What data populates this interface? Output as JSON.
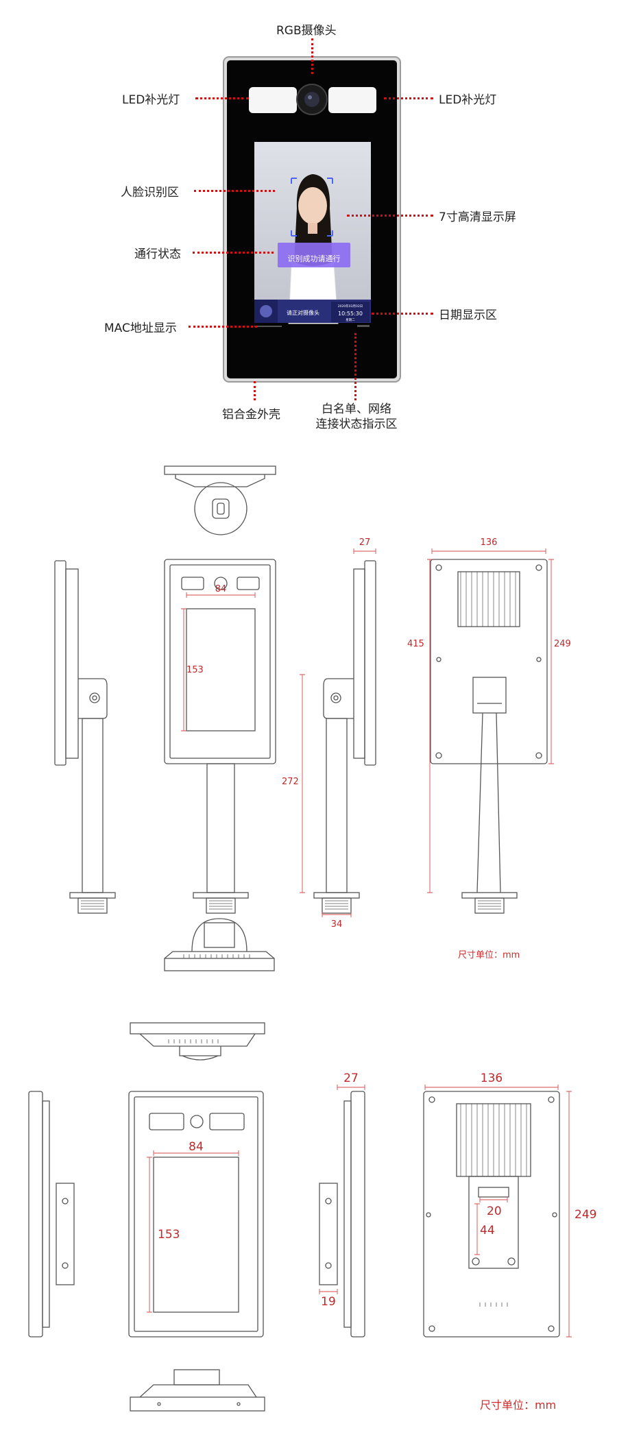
{
  "callouts": {
    "rgb_camera": "RGB摄像头",
    "led_left": "LED补光灯",
    "led_right": "LED补光灯",
    "face_area": "人脸识别区",
    "screen": "7寸高清显示屏",
    "pass_status": "通行状态",
    "mac_display": "MAC地址显示",
    "date_area": "日期显示区",
    "shell": "铝合金外壳",
    "whitelist_line1": "白名单、网络",
    "whitelist_line2": "连接状态指示区"
  },
  "device_screen": {
    "status_text": "识别成功请通行",
    "prompt": "请正对摄像头",
    "time": "10:55:30",
    "date": "2020年03月02日",
    "weekday": "星期二"
  },
  "drawing1": {
    "dims": {
      "screen_width": "84",
      "screen_height": "153",
      "depth": "27",
      "width": "136",
      "total_height": "415",
      "body_height": "249",
      "pole_height": "272",
      "pole_width": "34"
    },
    "unit": "尺寸单位：mm"
  },
  "drawing2": {
    "dims": {
      "screen_width": "84",
      "screen_height": "153",
      "depth": "27",
      "width": "136",
      "body_height": "249",
      "bracket_width": "20",
      "bracket_height": "44",
      "bracket_depth": "19"
    },
    "unit": "尺寸单位：mm"
  }
}
